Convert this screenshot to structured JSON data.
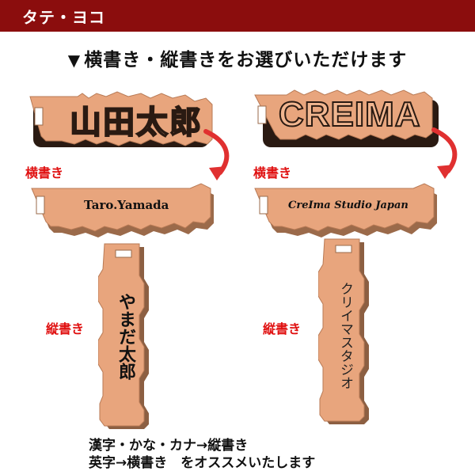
{
  "header": {
    "title": "タテ・ヨコ"
  },
  "subtitle": {
    "marker": "▼",
    "text": "横書き・縦書きをお選びいただけます"
  },
  "left_example": {
    "top_plate_text": "山田太郎",
    "horizontal_label": "横書き",
    "horizontal_text": "Taro.Yamada",
    "vertical_label": "縦書き",
    "vertical_text": "やまだ太郎"
  },
  "right_example": {
    "top_plate_text": "CREIMA",
    "horizontal_label": "横書き",
    "horizontal_text": "CreIma Studio Japan",
    "vertical_label": "縦書き",
    "vertical_text": "クリイマスタジオ"
  },
  "notes": {
    "line1": "漢字・かな・カナ→縦書き",
    "line2": "英字→横書き　をオススメいたします"
  },
  "colors": {
    "header_bg": "#8b0d0d",
    "plate": "#e8a57d",
    "label_red": "#e01010",
    "arrow_red": "#e03030"
  },
  "icons": [
    "arrow-down-right-icon",
    "triangle-down-icon",
    "keyhole-icon"
  ]
}
